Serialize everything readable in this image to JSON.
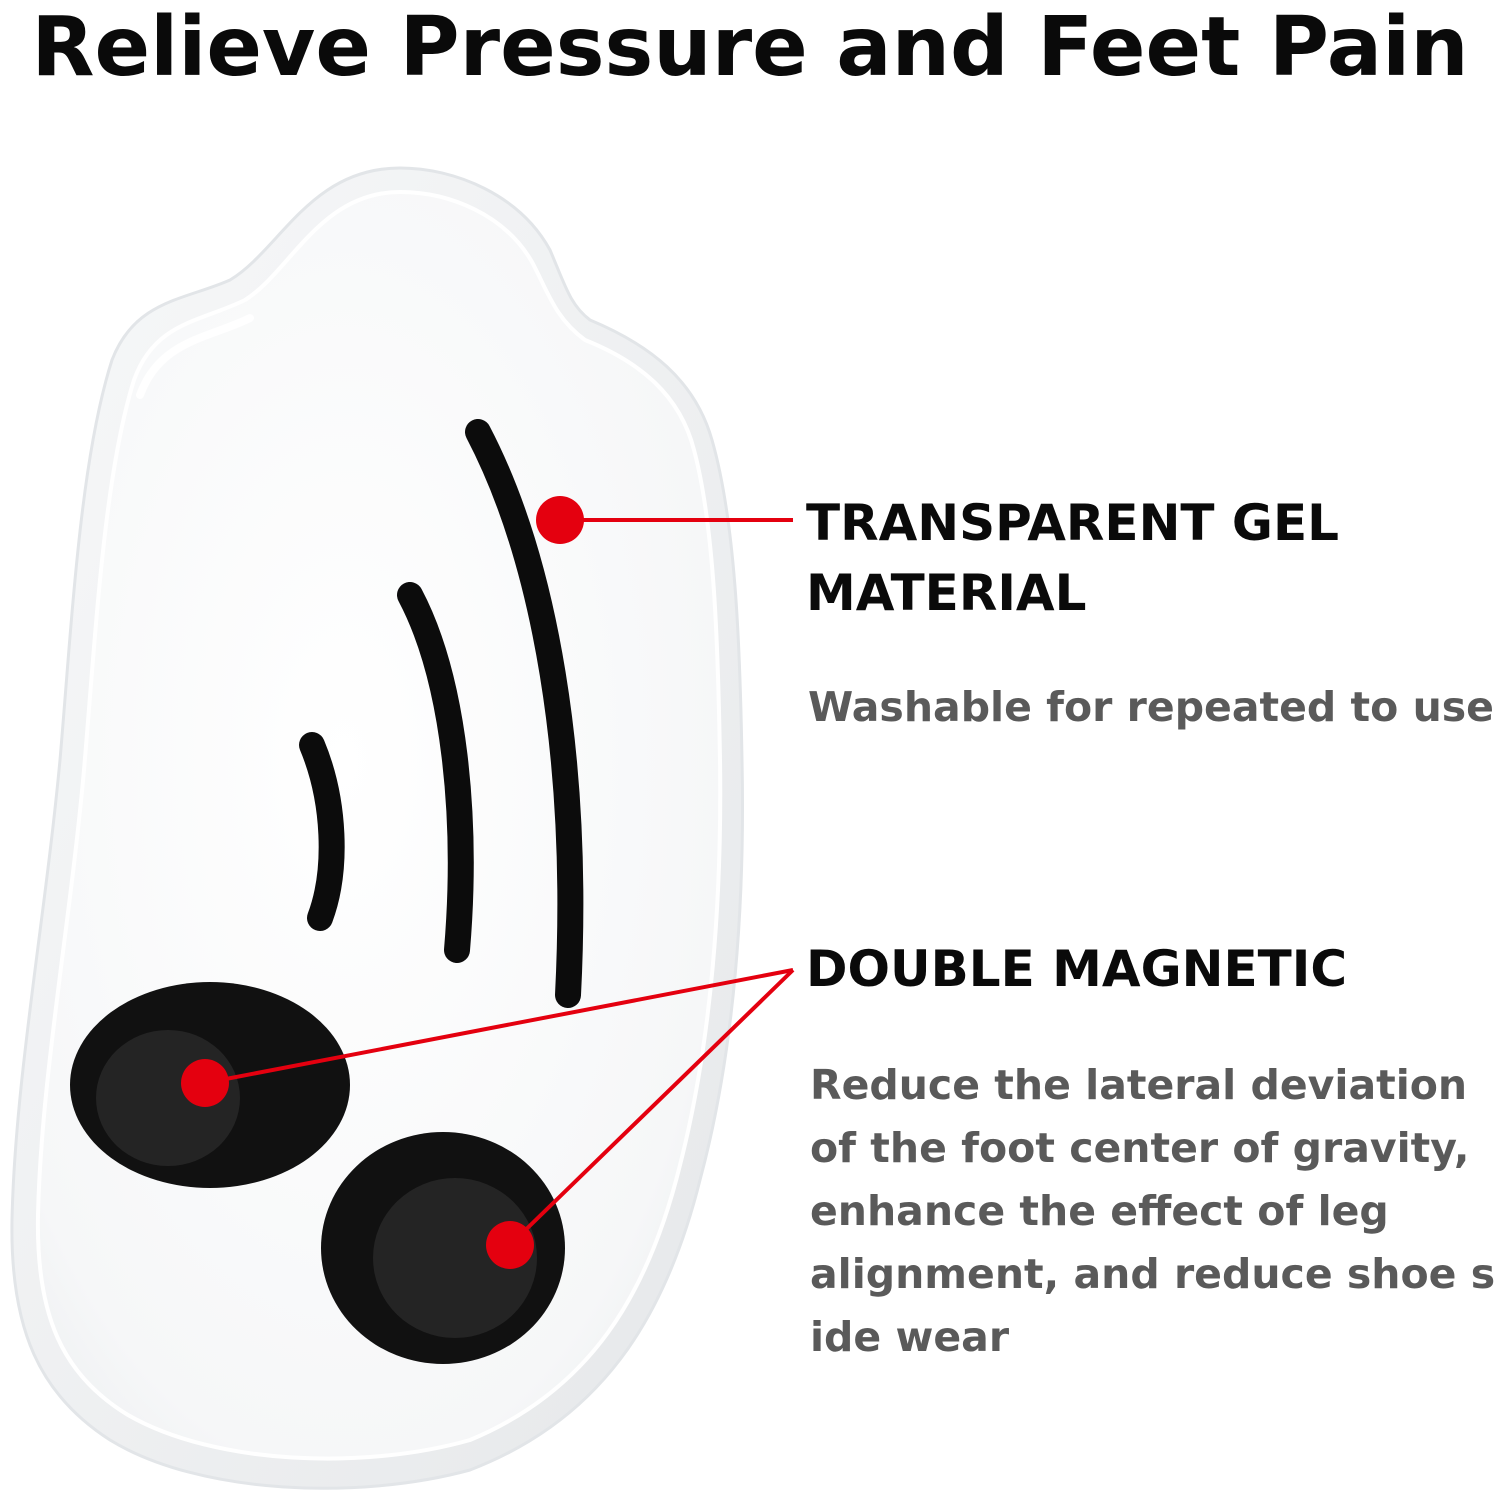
{
  "headline": "Relieve Pressure and Feet Pain",
  "features": {
    "gel": {
      "heading_lines": [
        "TRANSPARENT GEL",
        "MATERIAL"
      ],
      "description": "Washable for repeated to use"
    },
    "magnetic": {
      "heading": "DOUBLE MAGNETIC",
      "description_lines": [
        "Reduce the lateral deviation",
        "of the foot center of gravity,",
        "enhance the effect of leg",
        "alignment, and reduce shoe s",
        "ide wear"
      ]
    }
  },
  "colors": {
    "heading": "#0a0a0a",
    "body_text": "#5a5a5a",
    "callout": "#e4000f",
    "insole_gel": "#f2f3f4",
    "magnet": "#111111"
  },
  "icons": {
    "callout_marker": "red-dot-icon",
    "magnet": "magnet-disc-icon",
    "product": "gel-heel-insole"
  }
}
